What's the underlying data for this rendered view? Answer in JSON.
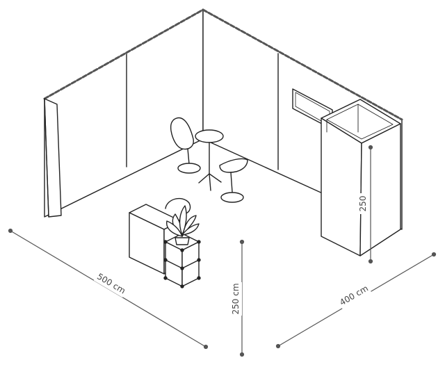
{
  "dimensions": {
    "width": "500 cm",
    "height": "250 cm",
    "depth": "400 cm",
    "cabin_height": "250"
  },
  "colors": {
    "line": "#222222",
    "dim_line": "#555555",
    "dim_text": "#444444",
    "background": "#ffffff"
  }
}
